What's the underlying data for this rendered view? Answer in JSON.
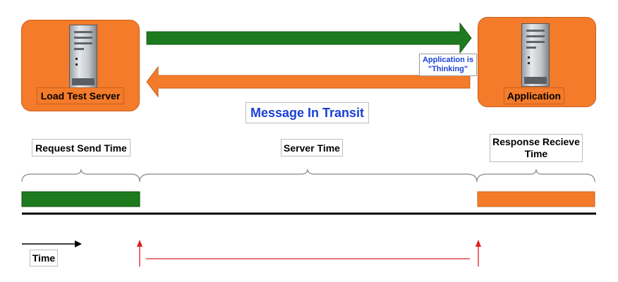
{
  "labels": {
    "load_test_server": "Load Test Server",
    "application": "Application",
    "thinking_line1": "Application is",
    "thinking_line2": "\"Thinking\"",
    "message_in_transit": "Message In Transit",
    "request_send_time": "Request Send Time",
    "server_time": "Server Time",
    "response_receive_time_line1": "Response Recieve",
    "response_receive_time_line2": "Time",
    "time": "Time"
  },
  "colors": {
    "green": "#1e7a1e",
    "orange": "#f47b2a",
    "red": "#e02020",
    "blue_text": "#1a3fd6"
  },
  "icons": {
    "left_node": "server-tower-icon",
    "right_node": "server-tower-icon"
  }
}
